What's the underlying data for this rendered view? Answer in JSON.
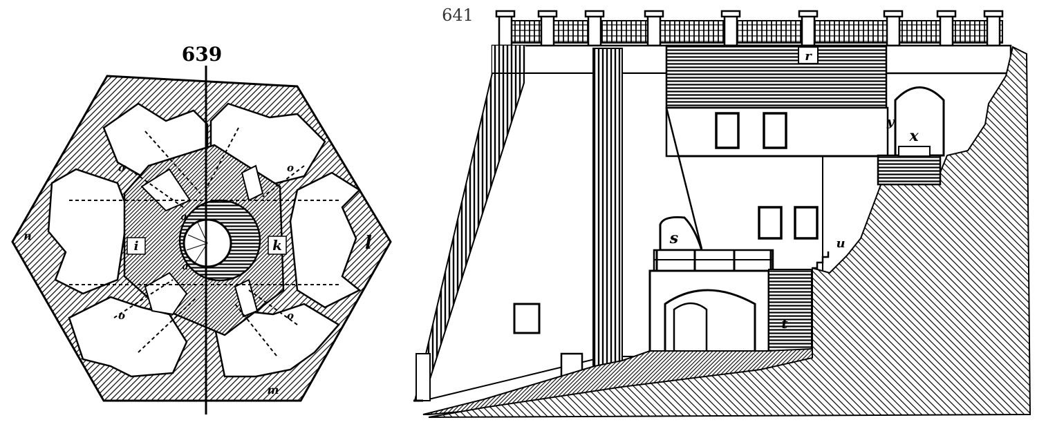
{
  "figures": [
    {
      "number": "639",
      "labels": {
        "i": "i",
        "k": "k",
        "l": "l",
        "n": "n",
        "m": "m",
        "o": "o",
        "a": "a"
      }
    },
    {
      "number": "641",
      "labels": {
        "r": "r",
        "s": "s",
        "t": "t",
        "u": "u",
        "x": "x",
        "y": "y"
      }
    }
  ]
}
